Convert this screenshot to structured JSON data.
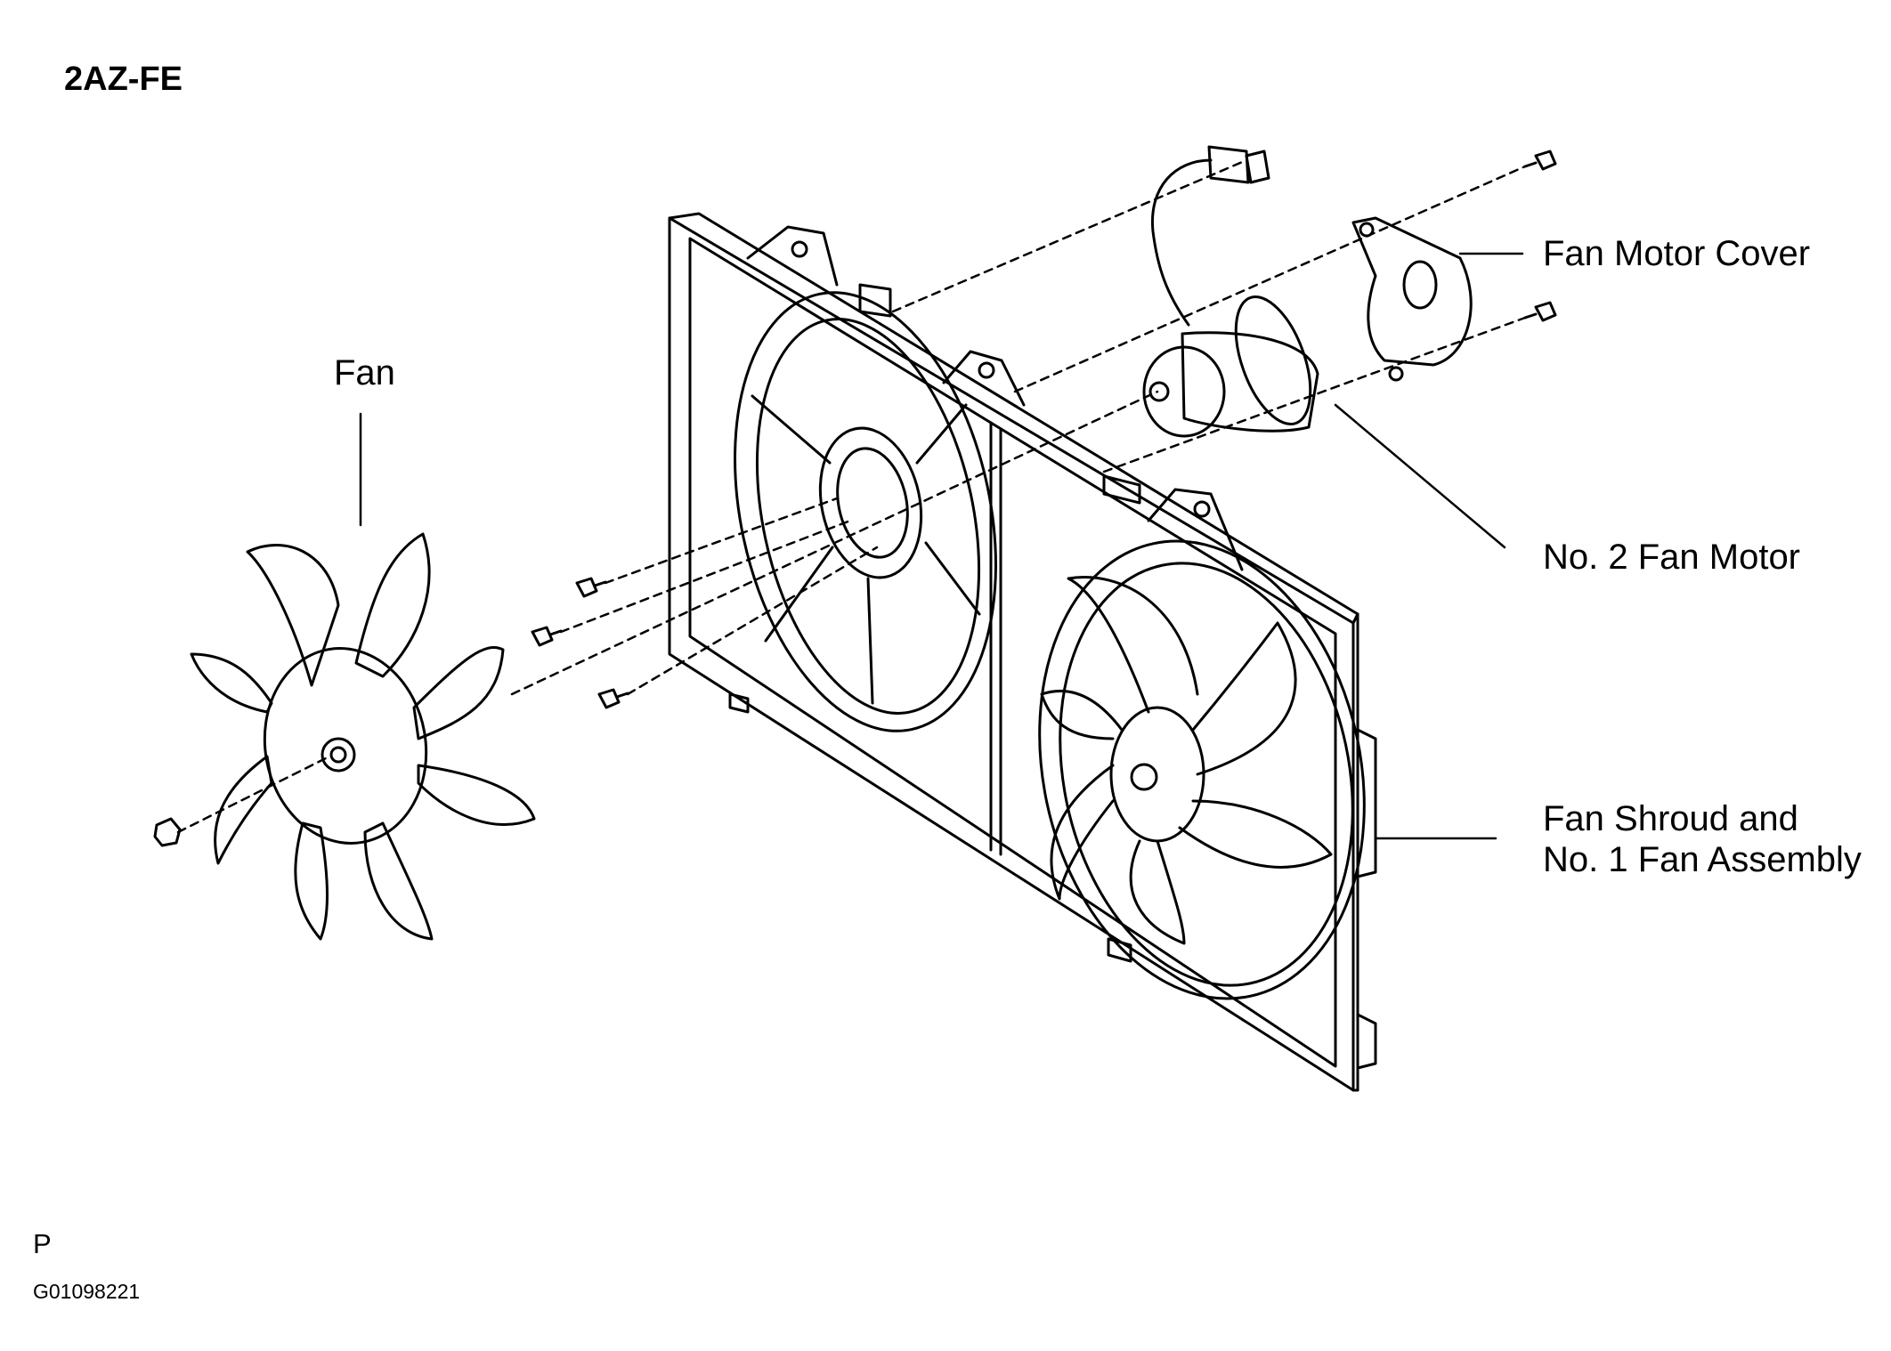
{
  "diagram": {
    "engine_code": "2AZ-FE",
    "labels": {
      "fan": "Fan",
      "fan_motor_cover": "Fan Motor Cover",
      "no2_fan_motor": "No. 2 Fan Motor",
      "fan_shroud_line1": "Fan Shroud and",
      "fan_shroud_line2": "No. 1 Fan Assembly"
    },
    "footer": {
      "letter": "P",
      "figure_code": "G01098221"
    }
  }
}
